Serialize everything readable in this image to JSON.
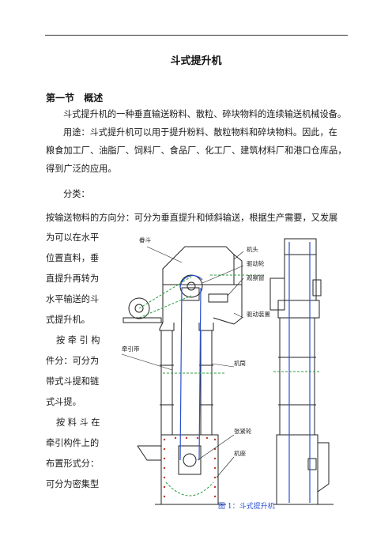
{
  "title": "斗式提升机",
  "section": {
    "number": "第一节",
    "name": "概述"
  },
  "para1": "斗式提升机的一种垂直输送粉料、散粒、碎块物料的连续输送机械设备。",
  "para2": {
    "line1": "用途：斗式提升机可以用于提升粉料、散粒物料和碎块物料。因此，在",
    "line2": "粮食加工厂、油脂厂、饲料厂、食品厂、化工厂、建筑材料厂和港口仓库品，",
    "line3": "得到广泛的应用。"
  },
  "para3": "分类：",
  "para4": "按输送物料的方向分：可分为垂直提升和倾斜输送，根据生产需要，又发展",
  "wrap_lines": [
    "为可以在水平",
    "位置直料，垂",
    "直提升再转为",
    "水平输送的斗",
    "式提升机。",
    "按 牵 引 构",
    "件分：可分为",
    "带式斗提和链",
    "式斗提。",
    "按 料 斗 在",
    "牵引构件上的",
    "布置形式分：",
    "可分为密集型"
  ],
  "figure": {
    "labels": {
      "bucket": "畚斗",
      "head": "机头",
      "drive_wheel": "驱动轮",
      "window": "观察窗",
      "drive_unit": "驱动装置",
      "belt": "牵引带",
      "casing": "机筒",
      "tension_wheel": "张紧轮",
      "base": "机座"
    },
    "caption": "图 1：斗式提升机"
  }
}
